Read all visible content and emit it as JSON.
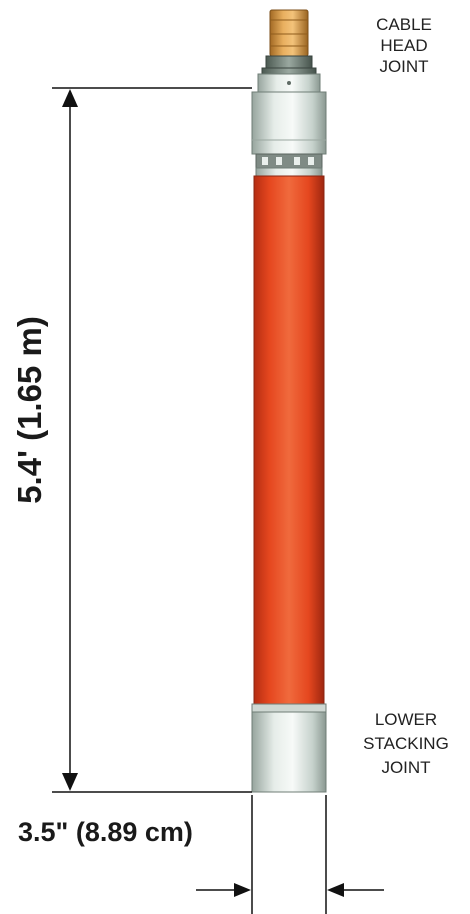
{
  "labels": {
    "cable_head": [
      "CABLE",
      "HEAD",
      "JOINT"
    ],
    "lower_stacking": [
      "LOWER",
      "STACKING",
      "JOINT"
    ],
    "length": "5.4' (1.65 m)",
    "diameter": "3.5\" (8.89 cm)"
  },
  "colors": {
    "tube_orange": "#e5471f",
    "cap_grey": "#cfd9d4",
    "connector_gold": "#d9a04c"
  }
}
